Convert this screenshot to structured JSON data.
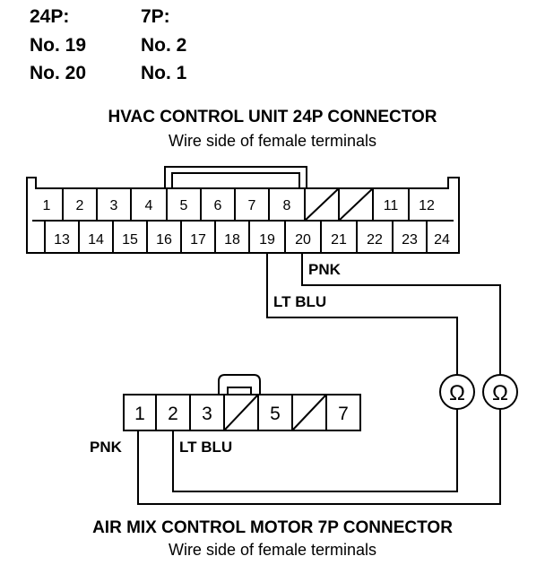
{
  "pin_table": {
    "headers": [
      "24P:",
      "7P:"
    ],
    "rows": [
      [
        "No. 19",
        "No. 2"
      ],
      [
        "No. 20",
        "No. 1"
      ]
    ]
  },
  "hvac_connector": {
    "title": "HVAC CONTROL UNIT 24P CONNECTOR",
    "subtitle": "Wire side of female terminals",
    "top_row": [
      "1",
      "2",
      "3",
      "4",
      "5",
      "6",
      "7",
      "8",
      "11",
      "12"
    ],
    "bottom_row": [
      "13",
      "14",
      "15",
      "16",
      "17",
      "18",
      "19",
      "20",
      "21",
      "22",
      "23",
      "24"
    ]
  },
  "motor_connector": {
    "title": "AIR MIX CONTROL MOTOR 7P CONNECTOR",
    "subtitle": "Wire side of female terminals",
    "pins": [
      "1",
      "2",
      "3",
      "5",
      "7"
    ]
  },
  "wires": {
    "pnk": "PNK",
    "lt_blu": "LT BLU"
  },
  "meter_symbol": "Ω"
}
